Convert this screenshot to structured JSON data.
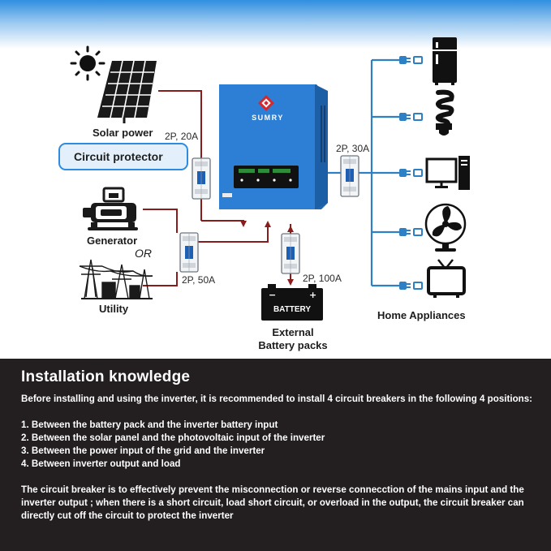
{
  "diagram": {
    "solar_label": "Solar power",
    "generator_label": "Generator",
    "or_label": "OR",
    "utility_label": "Utility",
    "circuit_protector_label": "Circuit protector",
    "rating_solar": "2P, 20A",
    "rating_output": "2P, 30A",
    "rating_grid": "2P, 50A",
    "rating_battery": "2P, 100A",
    "inverter_brand": "SUMRY",
    "battery_text": "BATTERY",
    "battery_caption_line1": "External",
    "battery_caption_line2": "Battery packs",
    "appliances_label": "Home Appliances",
    "colors": {
      "input_line": "#8b1c1c",
      "output_line": "#2f7fc4",
      "inverter_body": "#2c7fd4",
      "panel_background": "#231f20"
    },
    "icons": [
      "sun-icon",
      "solar-panel-icon",
      "generator-icon",
      "utility-tower-icon",
      "battery-icon",
      "fridge-icon",
      "light-bulb-icon",
      "computer-icon",
      "fan-icon",
      "tv-icon",
      "plug-icon",
      "circuit-breaker-icon"
    ]
  },
  "info": {
    "title": "Installation knowledge",
    "intro": "Before installing and using the inverter, it is recommended to install 4 circuit breakers in the following 4 positions:",
    "items": [
      "1. Between the battery pack and the inverter battery input",
      "2. Between the solar panel and the photovoltaic input of the inverter",
      "3. Between the power input of the grid and the inverter",
      "4. Between inverter output and load"
    ],
    "footer": "The circuit breaker is to effectively prevent the misconnection or reverse connecction of the mains input  and the inverter output ; when there is a short circuit, load short circuit, or overload in the output, the circuit breaker can directly cut off the circuit to protect the inverter"
  }
}
